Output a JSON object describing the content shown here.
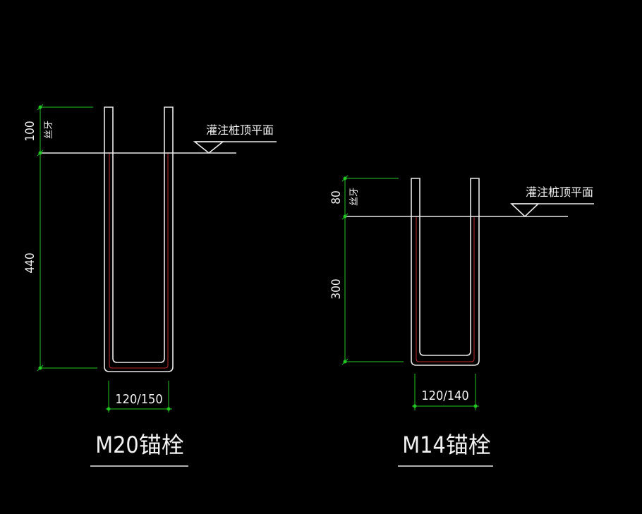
{
  "anchors": [
    {
      "title": "M20锚栓",
      "width_label": "120/150",
      "thread_dim": "100",
      "thread_label": "丝牙",
      "embed_dim": "440",
      "level_label": "灌注桩顶平面"
    },
    {
      "title": "M14锚栓",
      "width_label": "120/140",
      "thread_dim": "80",
      "thread_label": "丝牙",
      "embed_dim": "300",
      "level_label": "灌注桩顶平面"
    }
  ],
  "colors": {
    "background": "#000000",
    "outline": "#e8e8e8",
    "rebar_inner": "#c0282a",
    "dimension": "#22c622",
    "text": "#f2f2f2"
  }
}
